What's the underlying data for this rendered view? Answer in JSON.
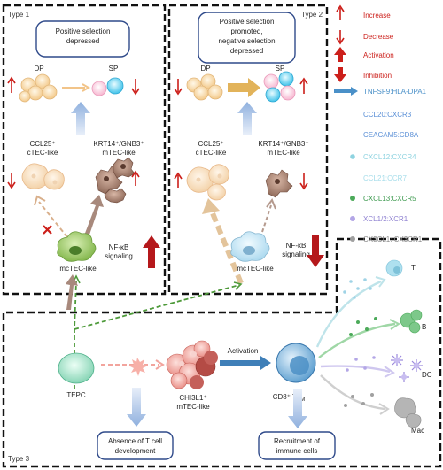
{
  "panels": {
    "type1": {
      "title": "Type 1",
      "box": "Positive selection depressed",
      "dp": "DP",
      "sp": "SP",
      "ctec_l1": "CCL25⁺",
      "ctec_l2": "cTEC-like",
      "mtec_l1": "KRT14⁺/GNB3⁺",
      "mtec_l2": "mTEC-like",
      "mctec": "mcTEC-like",
      "nfkb_l1": "NF-κB",
      "nfkb_l2": "signaling"
    },
    "type2": {
      "title": "Type 2",
      "box_l1": "Positive selection",
      "box_l2": "promoted,",
      "box_l3": "negative selection",
      "box_l4": "depressed",
      "dp": "DP",
      "sp": "SP",
      "ctec_l1": "CCL25⁺",
      "ctec_l2": "cTEC-like",
      "mtec_l1": "KRT14⁺/GNB3⁺",
      "mtec_l2": "mTEC-like",
      "mctec": "mcTEC-like",
      "nfkb_l1": "NF-κB",
      "nfkb_l2": "signaling"
    },
    "type3": {
      "title": "Type 3",
      "tepc": "TEPC",
      "chi_l1": "CHI3L1⁺",
      "chi_l2": "mTEC-like",
      "activation": "Activation",
      "cd8": "CD8⁺ T",
      "cd8_sub": "RM",
      "box_left_l1": "Absence of T cell",
      "box_left_l2": "development",
      "box_right_l1": "Recruitment of",
      "box_right_l2": "immune cells",
      "t_label": "T",
      "b_label": "B",
      "dc_label": "DC",
      "mac_label": "Mac"
    }
  },
  "legend": [
    {
      "label": "Increase",
      "color": "#cc1f1a",
      "icon": "thin-up-arrow"
    },
    {
      "label": "Decrease",
      "color": "#cc1f1a",
      "icon": "thin-down-arrow"
    },
    {
      "label": "Activation",
      "color": "#cc1f1a",
      "icon": "bold-up-arrow"
    },
    {
      "label": "Inhibition",
      "color": "#cc1f1a",
      "icon": "bold-down-arrow"
    },
    {
      "label": "TNFSF9:HLA-DPA1",
      "color": "#4a90c8",
      "icon": "blue-arrow"
    },
    {
      "label": "CCL20:CXCR3",
      "color": "#5a8fd6"
    },
    {
      "label": "CEACAM5:CD8A",
      "color": "#5a8fd6"
    },
    {
      "label": "CXCL12:CXCR4",
      "color": "#8ed3e0",
      "dot": "#8ed3e0"
    },
    {
      "label": "CCL21:CCR7",
      "color": "#a6ddea"
    },
    {
      "label": "CXCL13:CXCR5",
      "color": "#3d9a4f",
      "dot": "#4caa5a"
    },
    {
      "label": "XCL1/2:XCR1",
      "color": "#8d7fd0",
      "dot": "#b3a6e6"
    },
    {
      "label": "CX3CL1: CX3CR1",
      "color": "#8a8a8a",
      "dot": "#a0a0a0"
    }
  ]
}
